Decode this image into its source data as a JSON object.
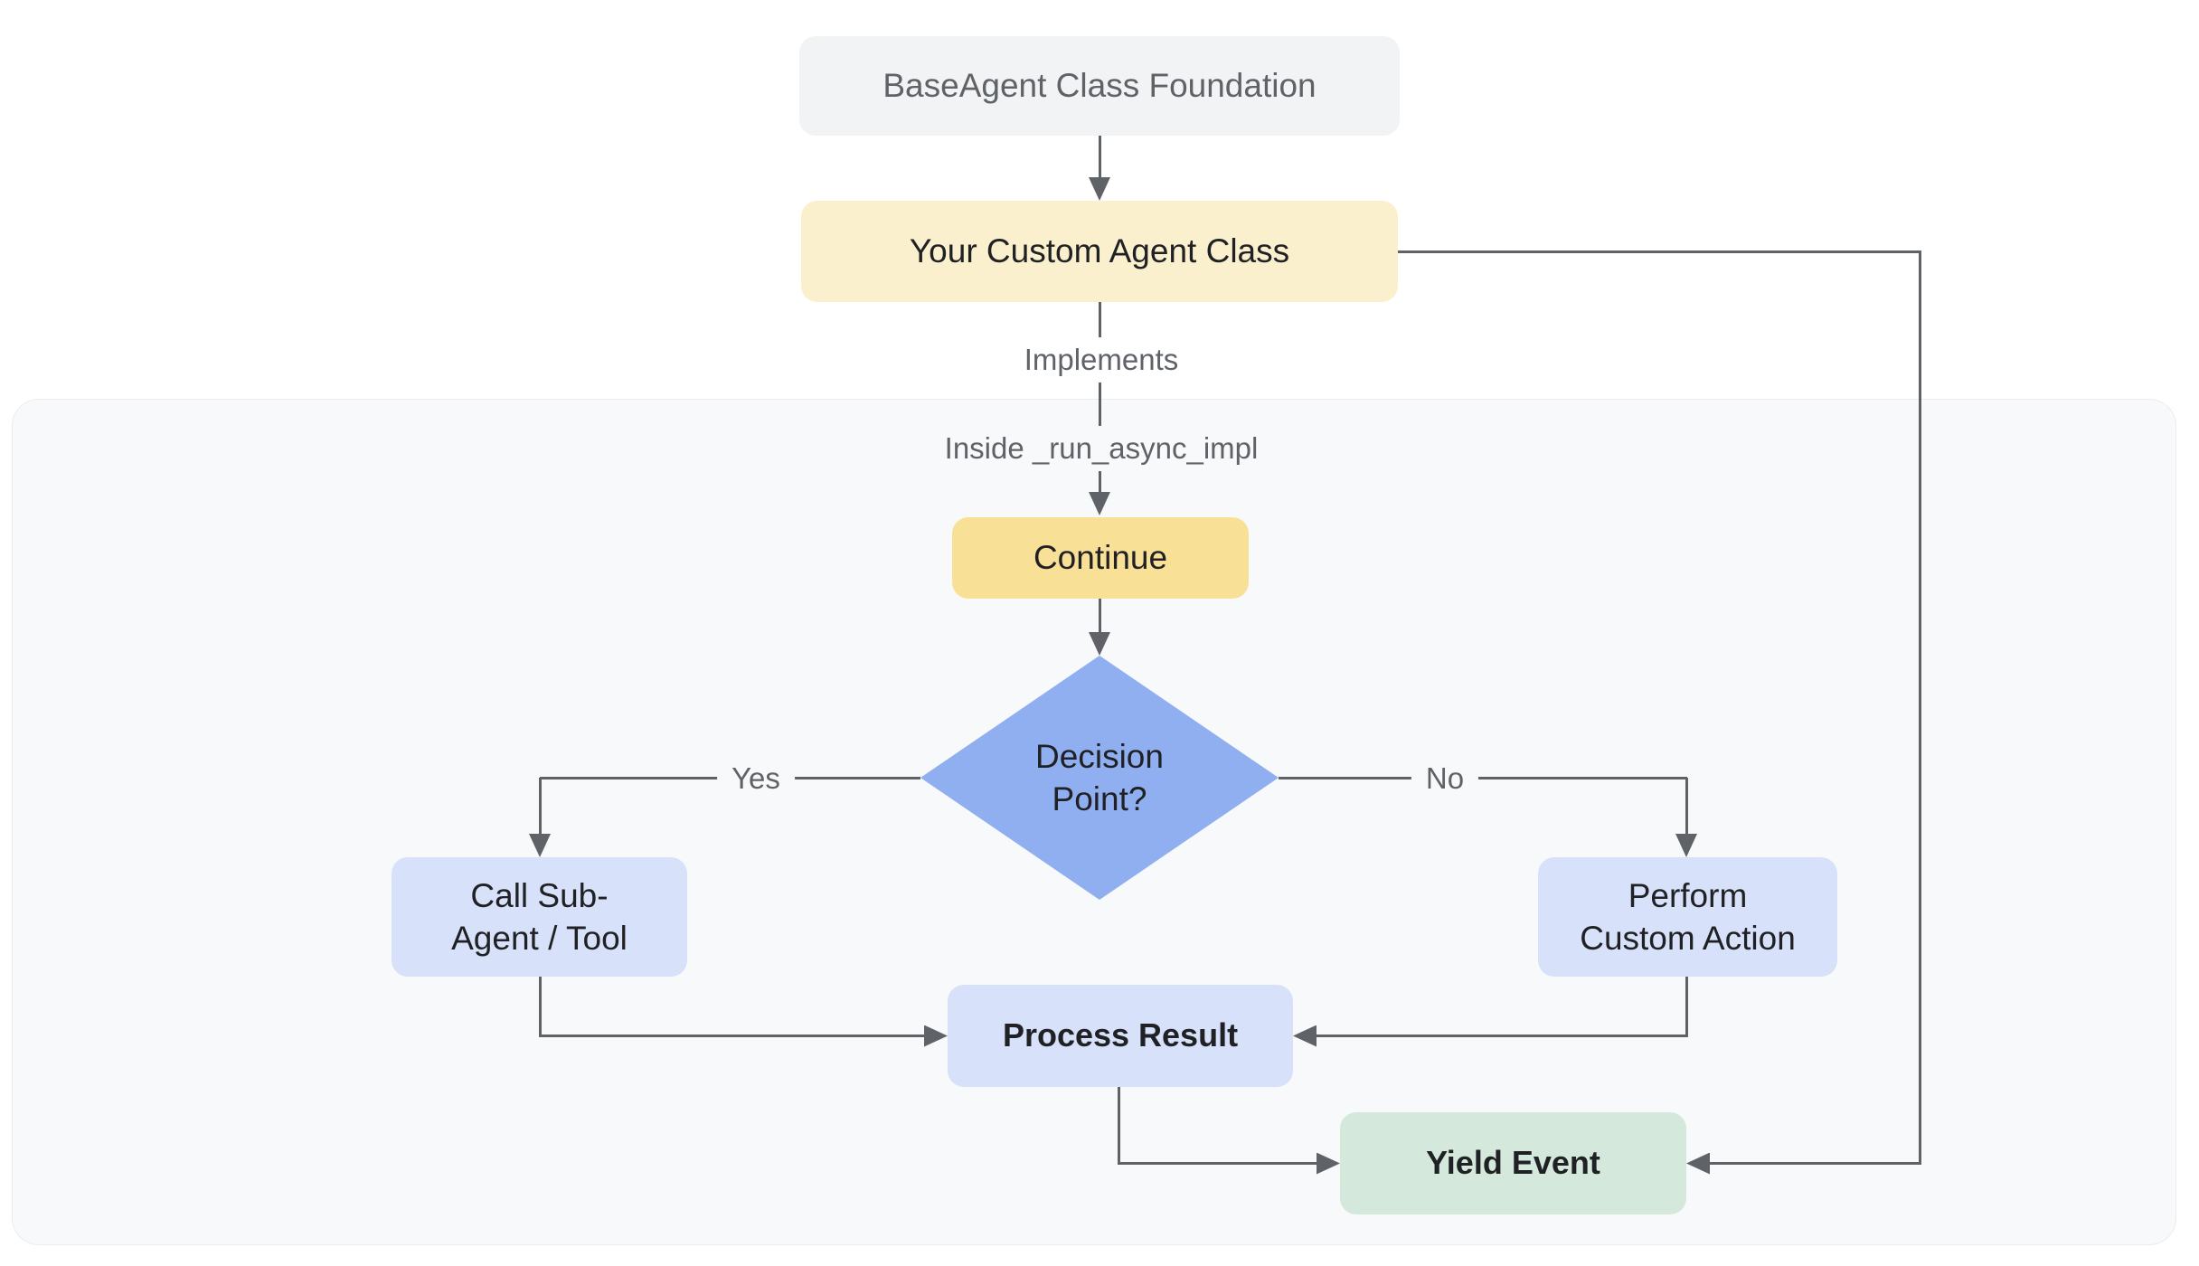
{
  "diagram": {
    "nodes": {
      "base_agent": {
        "label": "BaseAgent Class Foundation"
      },
      "custom_agent": {
        "label": "Your Custom Agent Class"
      },
      "continue_step": {
        "label": "Continue"
      },
      "decision": {
        "label": "Decision\nPoint?"
      },
      "call_sub_agent": {
        "label": "Call Sub-\nAgent / Tool"
      },
      "perform_custom": {
        "label": "Perform\nCustom Action"
      },
      "process_result": {
        "label": "Process Result"
      },
      "yield_event": {
        "label": "Yield Event"
      }
    },
    "edge_labels": {
      "implements": "Implements",
      "subgraph_title": "Inside _run_async_impl",
      "yes": "Yes",
      "no": "No"
    },
    "colors": {
      "node-gray": "#F1F3F4",
      "node-cream": "#FBF0CE",
      "node-yellow": "#F8E096",
      "node-blue": "#90AFF0",
      "node-lightblue": "#D7E1FA",
      "node-green": "#D4E8DB",
      "line": "#5F6368",
      "container": "#F8F9FA",
      "text-dark": "#202124",
      "text-gray": "#5F6368"
    }
  }
}
